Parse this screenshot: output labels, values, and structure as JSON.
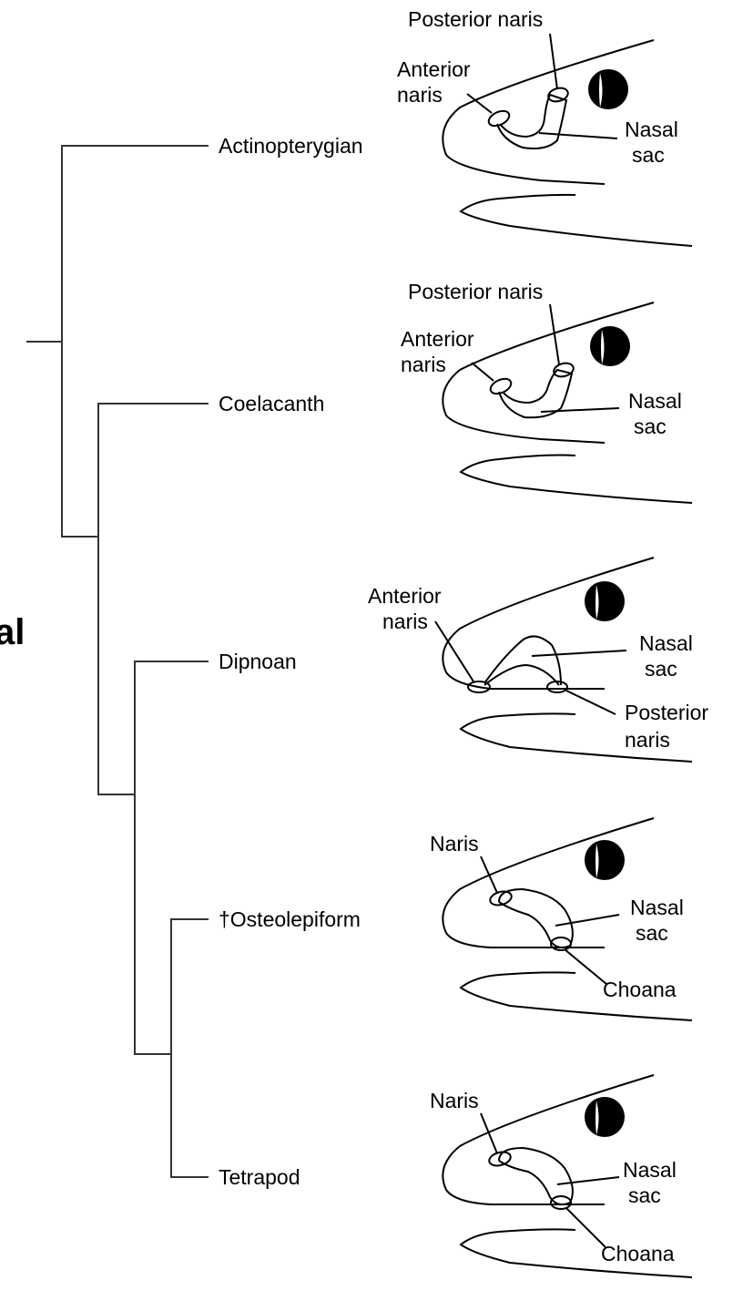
{
  "fragment_left": "al",
  "taxa": [
    {
      "name": "Actinopterygian"
    },
    {
      "name": "Coelacanth"
    },
    {
      "name": "Dipnoan"
    },
    {
      "name": "†Osteolepiform"
    },
    {
      "name": "Tetrapod"
    }
  ],
  "panels": [
    {
      "labels": {
        "posterior_naris": "Posterior naris",
        "anterior_1": "Anterior",
        "anterior_2": "naris",
        "nasal_1": "Nasal",
        "nasal_2": "sac"
      }
    },
    {
      "labels": {
        "posterior_naris": "Posterior naris",
        "anterior_1": "Anterior",
        "anterior_2": "naris",
        "nasal_1": "Nasal",
        "nasal_2": "sac"
      }
    },
    {
      "labels": {
        "anterior_1": "Anterior",
        "anterior_2": "naris",
        "nasal_1": "Nasal",
        "nasal_2": "sac",
        "posterior_1": "Posterior",
        "posterior_2": "naris"
      }
    },
    {
      "labels": {
        "naris": "Naris",
        "nasal_1": "Nasal",
        "nasal_2": "sac",
        "choana": "Choana"
      }
    },
    {
      "labels": {
        "naris": "Naris",
        "nasal_1": "Nasal",
        "nasal_2": "sac",
        "choana": "Choana"
      }
    }
  ],
  "colors": {
    "ink": "#000000",
    "tree_line": "#333333",
    "background": "#ffffff"
  }
}
